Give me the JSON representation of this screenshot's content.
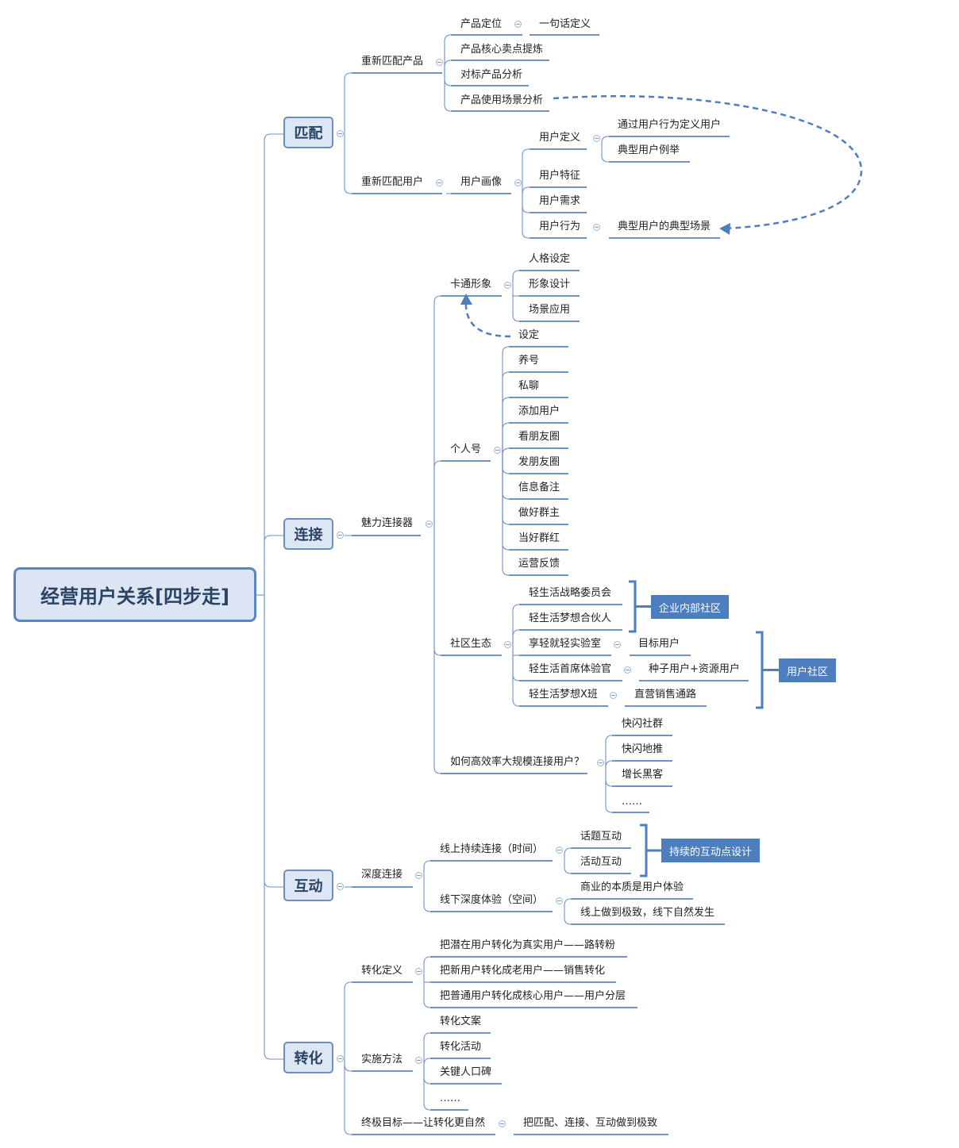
{
  "root": "经营用户关系[四步走]",
  "steps": {
    "match": {
      "label": "匹配",
      "rematch_product": {
        "label": "重新匹配产品",
        "positioning": "产品定位",
        "one_line": "一句话定义",
        "core_selling": "产品核心卖点提炼",
        "benchmark": "对标产品分析",
        "usage_scene": "产品使用场景分析"
      },
      "rematch_user": {
        "label": "重新匹配用户",
        "persona": "用户画像",
        "definition": "用户定义",
        "define_by_behavior": "通过用户行为定义用户",
        "typical_example": "典型用户例举",
        "traits": "用户特征",
        "needs": "用户需求",
        "behavior": "用户行为",
        "typical_scene": "典型用户的典型场景"
      }
    },
    "connect": {
      "label": "连接",
      "connector": "魅力连接器",
      "cartoon": {
        "label": "卡通形象",
        "items": [
          "人格设定",
          "形象设计",
          "场景应用"
        ]
      },
      "personal": {
        "label": "个人号",
        "items": [
          "设定",
          "养号",
          "私聊",
          "添加用户",
          "看朋友圈",
          "发朋友圈",
          "信息备注",
          "做好群主",
          "当好群红",
          "运营反馈"
        ]
      },
      "community": {
        "label": "社区生态",
        "strategy_committee": "轻生活战略委员会",
        "dream_partner": "轻生活梦想合伙人",
        "lab": "享轻就轻实验室",
        "lab_child": "目标用户",
        "chief_experience": "轻生活首席体验官",
        "chief_child": "种子用户+资源用户",
        "dream_class": "轻生活梦想X班",
        "dream_class_child": "直营销售通路",
        "tag_internal": "企业内部社区",
        "tag_user": "用户社区"
      },
      "scale": {
        "label": "如何高效率大规模连接用户？",
        "items": [
          "快闪社群",
          "快闪地推",
          "增长黑客",
          "……"
        ]
      }
    },
    "interact": {
      "label": "互动",
      "deep": "深度连接",
      "online": {
        "label": "线上持续连接（时间）",
        "items": [
          "话题互动",
          "活动互动"
        ],
        "tag": "持续的互动点设计"
      },
      "offline": {
        "label": "线下深度体验（空间）",
        "items": [
          "商业的本质是用户体验",
          "线上做到极致，线下自然发生"
        ]
      }
    },
    "convert": {
      "label": "转化",
      "definition": {
        "label": "转化定义",
        "items": [
          "把潜在用户转化为真实用户——路转粉",
          "把新用户转化成老用户——销售转化",
          "把普通用户转化成核心用户——用户分层"
        ]
      },
      "method": {
        "label": "实施方法",
        "items": [
          "转化文案",
          "转化活动",
          "关键人口碑",
          "……"
        ]
      },
      "goal": {
        "label": "终极目标——让转化更自然",
        "child": "把匹配、连接、互动做到极致"
      }
    }
  },
  "colors": {
    "line": "#6f93c6",
    "accent": "#4d7ebf",
    "node_fill": "#dce6f4"
  }
}
